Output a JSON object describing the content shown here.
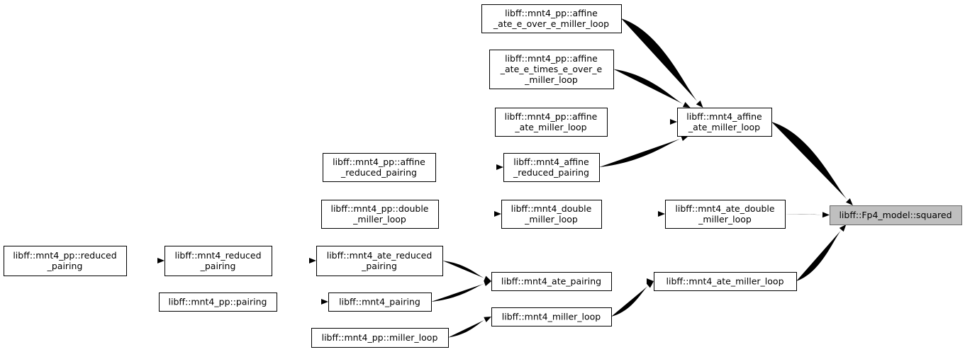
{
  "graph": {
    "nodes": {
      "root": [
        "libff::Fp4_model::squared"
      ],
      "n_affine_ate_miller_loop": [
        "libff::mnt4_affine",
        "_ate_miller_loop"
      ],
      "n_ate_double_miller_loop": [
        "libff::mnt4_ate_double",
        "_miller_loop"
      ],
      "n_ate_miller_loop": [
        "libff::mnt4_ate_miller_loop"
      ],
      "pp_affine_ate_e_over_e": [
        "libff::mnt4_pp::affine",
        "_ate_e_over_e_miller_loop"
      ],
      "pp_affine_ate_e_times_e_over_e": [
        "libff::mnt4_pp::affine",
        "_ate_e_times_e_over_e",
        "_miller_loop"
      ],
      "pp_affine_ate_miller_loop": [
        "libff::mnt4_pp::affine",
        "_ate_miller_loop"
      ],
      "n_affine_reduced_pairing": [
        "libff::mnt4_affine",
        "_reduced_pairing"
      ],
      "pp_affine_reduced_pairing": [
        "libff::mnt4_pp::affine",
        "_reduced_pairing"
      ],
      "n_double_miller_loop": [
        "libff::mnt4_double",
        "_miller_loop"
      ],
      "pp_double_miller_loop": [
        "libff::mnt4_pp::double",
        "_miller_loop"
      ],
      "n_ate_pairing": [
        "libff::mnt4_ate_pairing"
      ],
      "n_miller_loop": [
        "libff::mnt4_miller_loop"
      ],
      "n_ate_reduced_pairing": [
        "libff::mnt4_ate_reduced",
        "_pairing"
      ],
      "n_pairing": [
        "libff::mnt4_pairing"
      ],
      "pp_miller_loop": [
        "libff::mnt4_pp::miller_loop"
      ],
      "n_reduced_pairing": [
        "libff::mnt4_reduced",
        "_pairing"
      ],
      "pp_pairing": [
        "libff::mnt4_pp::pairing"
      ],
      "pp_reduced_pairing": [
        "libff::mnt4_pp::reduced",
        "_pairing"
      ]
    },
    "edges": [
      [
        "n_affine_ate_miller_loop",
        "root"
      ],
      [
        "n_ate_double_miller_loop",
        "root"
      ],
      [
        "n_ate_miller_loop",
        "root"
      ],
      [
        "pp_affine_ate_e_over_e",
        "n_affine_ate_miller_loop"
      ],
      [
        "pp_affine_ate_e_times_e_over_e",
        "n_affine_ate_miller_loop"
      ],
      [
        "pp_affine_ate_miller_loop",
        "n_affine_ate_miller_loop"
      ],
      [
        "n_affine_reduced_pairing",
        "n_affine_ate_miller_loop"
      ],
      [
        "pp_affine_reduced_pairing",
        "n_affine_reduced_pairing"
      ],
      [
        "n_double_miller_loop",
        "n_ate_double_miller_loop"
      ],
      [
        "pp_double_miller_loop",
        "n_double_miller_loop"
      ],
      [
        "n_ate_pairing",
        "n_ate_miller_loop"
      ],
      [
        "n_miller_loop",
        "n_ate_miller_loop"
      ],
      [
        "n_ate_reduced_pairing",
        "n_ate_pairing"
      ],
      [
        "n_pairing",
        "n_ate_pairing"
      ],
      [
        "pp_miller_loop",
        "n_miller_loop"
      ],
      [
        "n_reduced_pairing",
        "n_ate_reduced_pairing"
      ],
      [
        "pp_pairing",
        "n_pairing"
      ],
      [
        "pp_reduced_pairing",
        "n_reduced_pairing"
      ]
    ]
  }
}
